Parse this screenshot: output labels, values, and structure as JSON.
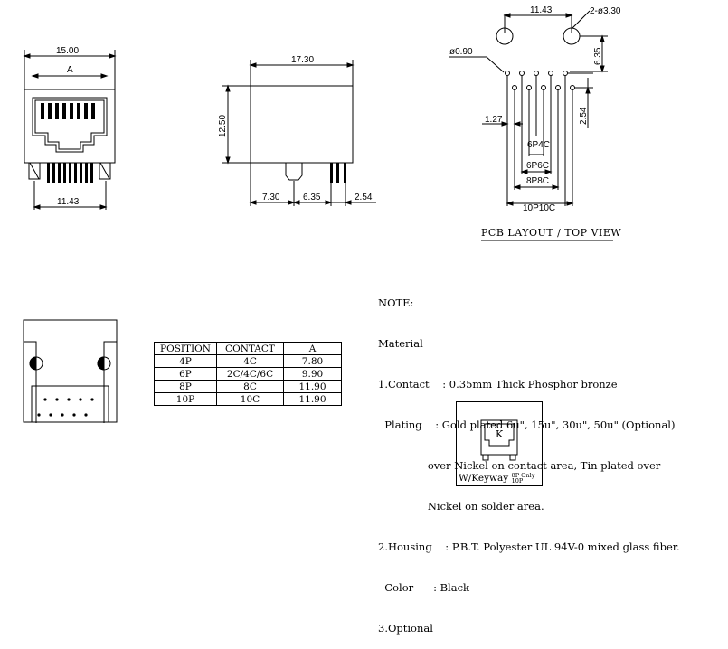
{
  "front_view": {
    "width": "15.00",
    "label_a": "A",
    "pin_span": "11.43"
  },
  "side_view": {
    "length": "17.30",
    "height": "12.50",
    "dim_a": "7.30",
    "dim_b": "6.35",
    "dim_c": "2.54"
  },
  "pcb_layout": {
    "pin_spacing": "11.43",
    "mount_holes": "2-ø3.30",
    "contact_hole": "ø0.90",
    "row_offset": "6.35",
    "pitch": "1.27",
    "row_pitch": "2.54",
    "variants": [
      "6P4C",
      "6P6C",
      "8P8C",
      "10P10C"
    ],
    "title": "PCB LAYOUT / TOP VIEW"
  },
  "position_table": {
    "headers": [
      "POSITION",
      "CONTACT",
      "A"
    ],
    "rows": [
      [
        "4P",
        "4C",
        "7.80"
      ],
      [
        "6P",
        "2C/4C/6C",
        "9.90"
      ],
      [
        "8P",
        "8C",
        "11.90"
      ],
      [
        "10P",
        "10C",
        "11.90"
      ]
    ]
  },
  "notes": {
    "heading": "NOTE:",
    "material": "Material",
    "lines": [
      "1.Contact    : 0.35mm Thick Phosphor bronze",
      "  Plating    : Gold plated 6u\", 15u\", 30u\", 50u\" (Optional)",
      "               over Nickel on contact area, Tin plated over",
      "               Nickel on solder area.",
      "2.Housing    : P.B.T. Polyester UL 94V-0 mixed glass fiber.",
      "  Color      : Black",
      "3.Optional"
    ]
  },
  "keyway": {
    "letter": "K",
    "label": "W/Keyway",
    "sup_top": "8P Only",
    "sup_bottom": "10P"
  }
}
